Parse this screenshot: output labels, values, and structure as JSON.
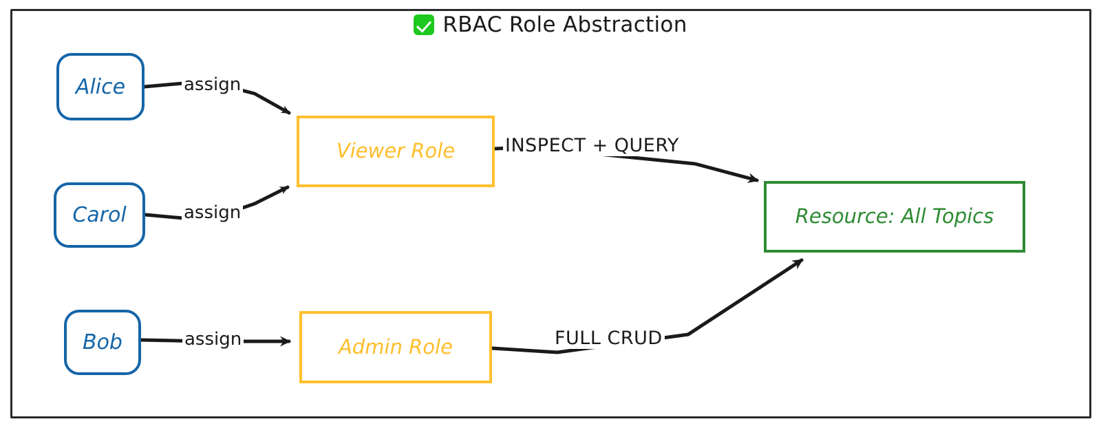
{
  "diagram": {
    "title": "RBAC Role Abstraction",
    "title_icon": "white-check-mark-emoji",
    "frame": {
      "border_color": "#2a2a2a",
      "background": "#ffffff"
    },
    "colors": {
      "person": "#1565a8",
      "role": "#ffbe2b",
      "resource": "#2e8b33",
      "edge": "#1a1a1a",
      "check_badge": "#1ec81e"
    },
    "nodes": [
      {
        "id": "alice",
        "label": "Alice",
        "type": "person",
        "shape": "rounded-rect"
      },
      {
        "id": "carol",
        "label": "Carol",
        "type": "person",
        "shape": "rounded-rect"
      },
      {
        "id": "bob",
        "label": "Bob",
        "type": "person",
        "shape": "rounded-rect"
      },
      {
        "id": "viewer",
        "label": "Viewer Role",
        "type": "role",
        "shape": "rect"
      },
      {
        "id": "admin",
        "label": "Admin Role",
        "type": "role",
        "shape": "rect"
      },
      {
        "id": "resource",
        "label": "Resource: All Topics",
        "type": "resource",
        "shape": "rect"
      }
    ],
    "edges": [
      {
        "from": "alice",
        "to": "viewer",
        "label": "assign"
      },
      {
        "from": "carol",
        "to": "viewer",
        "label": "assign"
      },
      {
        "from": "bob",
        "to": "admin",
        "label": "assign"
      },
      {
        "from": "viewer",
        "to": "resource",
        "label": "INSPECT + QUERY"
      },
      {
        "from": "admin",
        "to": "resource",
        "label": "FULL CRUD"
      }
    ]
  }
}
